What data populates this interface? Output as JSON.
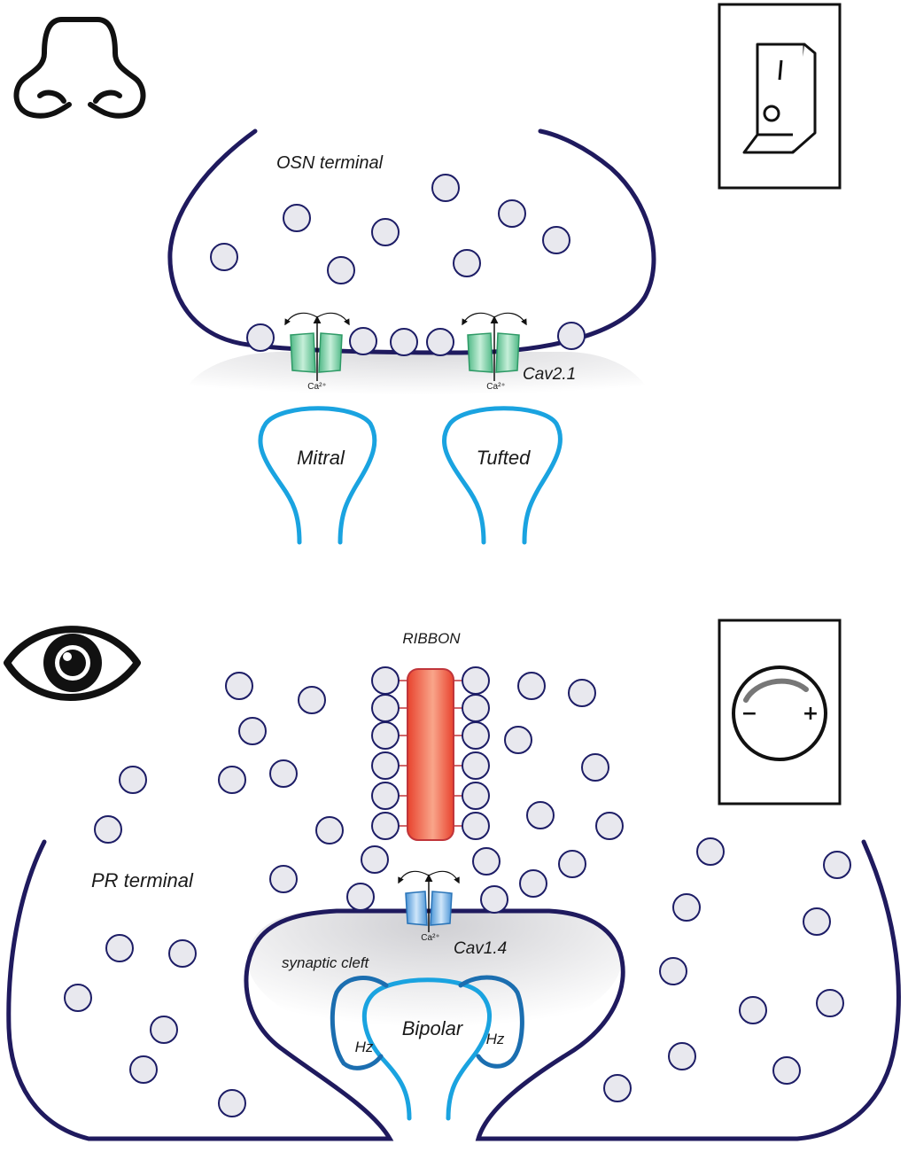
{
  "top_panel": {
    "osn_terminal_label": "OSN terminal",
    "cav_label": "Cav2.1",
    "ca_label": "Ca²⁺",
    "mitral_label": "Mitral",
    "tufted_label": "Tufted",
    "sense_icon": "nose-icon",
    "switch_icon": "on-off-switch-icon",
    "switch_on_mark": "I",
    "switch_off_mark": "O"
  },
  "bottom_panel": {
    "ribbon_label": "RIBBON",
    "pr_terminal_label": "PR terminal",
    "cleft_label": "synaptic cleft",
    "cav_label": "Cav1.4",
    "ca_label": "Ca²⁺",
    "bipolar_label": "Bipolar",
    "hz_left_label": "Hz",
    "hz_right_label": "Hz",
    "sense_icon": "eye-icon",
    "dial_icon": "dimmer-dial-icon",
    "dial_minus": "−",
    "dial_plus": "+"
  },
  "colors": {
    "terminal_outline": "#1f1a5e",
    "postsynaptic_cell": "#1aa3e0",
    "horizontal_cell": "#1b6eb0",
    "vesicle_fill": "#e8e8ee",
    "cav21_channel": "#7fd0a4",
    "cav14_channel": "#7fb9e8",
    "ribbon": "#f26a4f"
  }
}
